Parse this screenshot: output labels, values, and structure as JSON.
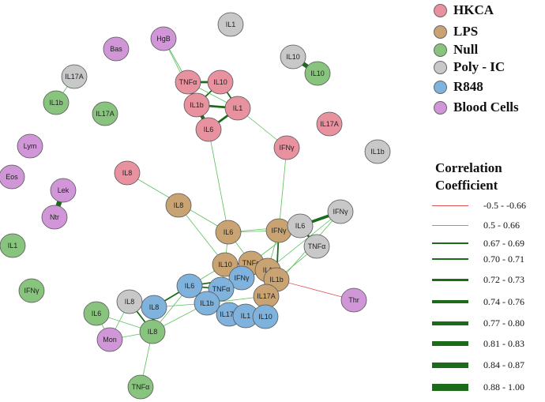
{
  "colors": {
    "HKCA": "#e8929f",
    "LPS": "#c9a472",
    "Null": "#88c47e",
    "Poly-IC": "#c8c8c8",
    "R848": "#7fb2dc",
    "Blood": "#d196d8",
    "negative_edge": "#e05252",
    "positive_edge": "#1b6b1b"
  },
  "legend": {
    "categories": [
      {
        "label": "HKCA",
        "color": "#e8929f"
      },
      {
        "label": "LPS",
        "color": "#c9a472"
      },
      {
        "label": "Null",
        "color": "#88c47e"
      },
      {
        "label": "Poly - IC",
        "color": "#c8c8c8"
      },
      {
        "label": "R848",
        "color": "#7fb2dc"
      },
      {
        "label": "Blood Cells",
        "color": "#d196d8"
      }
    ],
    "correlation_title_line1": "Correlation",
    "correlation_title_line2": "Coefficient",
    "correlation_ranges": [
      {
        "label": "-0.5 - -0.66",
        "width": 1,
        "negative": true
      },
      {
        "label": "0.5 - 0.66",
        "width": 1
      },
      {
        "label": "0.67 - 0.69",
        "width": 1.5
      },
      {
        "label": "0.70 - 0.71",
        "width": 2
      },
      {
        "label": "0.72 - 0.73",
        "width": 3
      },
      {
        "label": "0.74 - 0.76",
        "width": 4
      },
      {
        "label": "0.77 - 0.80",
        "width": 5
      },
      {
        "label": "0.81 - 0.83",
        "width": 6
      },
      {
        "label": "0.84 - 0.87",
        "width": 7
      },
      {
        "label": "0.88 - 1.00",
        "width": 9
      }
    ]
  },
  "nodes": [
    {
      "id": "hk_il1_top",
      "label": "IL1",
      "group": "Poly-IC"
    },
    {
      "id": "hgb",
      "label": "HgB",
      "group": "Blood"
    },
    {
      "id": "bas",
      "label": "Bas",
      "group": "Blood"
    },
    {
      "id": "pi_il10a",
      "label": "IL10",
      "group": "Poly-IC"
    },
    {
      "id": "nu_il10",
      "label": "IL10",
      "group": "Null"
    },
    {
      "id": "pi_il17a",
      "label": "IL17A",
      "group": "Poly-IC"
    },
    {
      "id": "nu_il1b",
      "label": "IL1b",
      "group": "Null"
    },
    {
      "id": "nu_il17a",
      "label": "IL17A",
      "group": "Null"
    },
    {
      "id": "hk_tnf",
      "label": "TNFα",
      "group": "HKCA"
    },
    {
      "id": "hk_il10",
      "label": "IL10",
      "group": "HKCA"
    },
    {
      "id": "hk_il1b",
      "label": "IL1b",
      "group": "HKCA"
    },
    {
      "id": "hk_il1",
      "label": "IL1",
      "group": "HKCA"
    },
    {
      "id": "hk_il6",
      "label": "IL6",
      "group": "HKCA"
    },
    {
      "id": "hk_il17a",
      "label": "IL17A",
      "group": "HKCA"
    },
    {
      "id": "hk_ifng",
      "label": "IFNγ",
      "group": "HKCA"
    },
    {
      "id": "pi_il1b",
      "label": "IL1b",
      "group": "Poly-IC"
    },
    {
      "id": "lym",
      "label": "Lym",
      "group": "Blood"
    },
    {
      "id": "eos",
      "label": "Eos",
      "group": "Blood"
    },
    {
      "id": "lek",
      "label": "Lek",
      "group": "Blood"
    },
    {
      "id": "ntr",
      "label": "Ntr",
      "group": "Blood"
    },
    {
      "id": "hk_il8",
      "label": "IL8",
      "group": "HKCA"
    },
    {
      "id": "lps_il8",
      "label": "IL8",
      "group": "LPS"
    },
    {
      "id": "nu_il1",
      "label": "IL1",
      "group": "Null"
    },
    {
      "id": "nu_ifng",
      "label": "IFNγ",
      "group": "Null"
    },
    {
      "id": "lps_il6",
      "label": "IL6",
      "group": "LPS"
    },
    {
      "id": "lps_ifng",
      "label": "IFNγ",
      "group": "LPS"
    },
    {
      "id": "pi_il6",
      "label": "IL6",
      "group": "Poly-IC"
    },
    {
      "id": "pi_ifng",
      "label": "IFNγ",
      "group": "Poly-IC"
    },
    {
      "id": "pi_tnf",
      "label": "TNFα",
      "group": "Poly-IC"
    },
    {
      "id": "lps_il10",
      "label": "IL10",
      "group": "LPS"
    },
    {
      "id": "lps_tnf",
      "label": "TNFα",
      "group": "LPS"
    },
    {
      "id": "lps_il1",
      "label": "IL1",
      "group": "LPS"
    },
    {
      "id": "lps_il1b",
      "label": "IL1b",
      "group": "LPS"
    },
    {
      "id": "lps_il17a",
      "label": "IL17A",
      "group": "LPS"
    },
    {
      "id": "r_il6",
      "label": "IL6",
      "group": "R848"
    },
    {
      "id": "r_ifng",
      "label": "IFNγ",
      "group": "R848"
    },
    {
      "id": "r_tnf",
      "label": "TNFα",
      "group": "R848"
    },
    {
      "id": "r_il1b",
      "label": "IL1b",
      "group": "R848"
    },
    {
      "id": "r_il17a",
      "label": "IL17A",
      "group": "R848"
    },
    {
      "id": "r_il1",
      "label": "IL1",
      "group": "R848"
    },
    {
      "id": "r_il10",
      "label": "IL10",
      "group": "R848"
    },
    {
      "id": "r_il8",
      "label": "IL8",
      "group": "R848"
    },
    {
      "id": "pi_il8",
      "label": "IL8",
      "group": "Poly-IC"
    },
    {
      "id": "nu_il6",
      "label": "IL6",
      "group": "Null"
    },
    {
      "id": "nu_il8",
      "label": "IL8",
      "group": "Null"
    },
    {
      "id": "mon",
      "label": "Mon",
      "group": "Blood"
    },
    {
      "id": "nu_tnf",
      "label": "TNFα",
      "group": "Null"
    },
    {
      "id": "thr",
      "label": "Thr",
      "group": "Blood"
    }
  ],
  "edges": [
    {
      "a": "pi_il10a",
      "b": "nu_il10",
      "w": 6
    },
    {
      "a": "pi_il17a",
      "b": "nu_il1b",
      "w": 1
    },
    {
      "a": "hgb",
      "b": "hk_tnf",
      "w": 1
    },
    {
      "a": "hgb",
      "b": "hk_il1b",
      "w": 1
    },
    {
      "a": "hk_tnf",
      "b": "hk_il10",
      "w": 3
    },
    {
      "a": "hk_tnf",
      "b": "hk_il1b",
      "w": 3
    },
    {
      "a": "hk_il10",
      "b": "hk_il1b",
      "w": 2
    },
    {
      "a": "hk_il10",
      "b": "hk_il1",
      "w": 2
    },
    {
      "a": "hk_il1b",
      "b": "hk_il1",
      "w": 3
    },
    {
      "a": "hk_il1b",
      "b": "hk_il6",
      "w": 5
    },
    {
      "a": "hk_il1",
      "b": "hk_il6",
      "w": 3
    },
    {
      "a": "hk_il1",
      "b": "hk_ifng",
      "w": 1
    },
    {
      "a": "hk_tnf",
      "b": "hk_il1",
      "w": 1
    },
    {
      "a": "hk_il6",
      "b": "lps_il6",
      "w": 1
    },
    {
      "a": "hk_ifng",
      "b": "lps_ifng",
      "w": 1
    },
    {
      "a": "lek",
      "b": "ntr",
      "w": 7
    },
    {
      "a": "hk_il8",
      "b": "lps_il6",
      "w": 1
    },
    {
      "a": "lps_il8",
      "b": "lps_il10",
      "w": 1
    },
    {
      "a": "lps_il6",
      "b": "lps_ifng",
      "w": 1
    },
    {
      "a": "lps_il6",
      "b": "lps_tnf",
      "w": 1
    },
    {
      "a": "lps_il6",
      "b": "pi_il6",
      "w": 1
    },
    {
      "a": "lps_il6",
      "b": "lps_il10",
      "w": 1
    },
    {
      "a": "lps_ifng",
      "b": "pi_il6",
      "w": 2
    },
    {
      "a": "lps_ifng",
      "b": "lps_il1b",
      "w": 2
    },
    {
      "a": "lps_ifng",
      "b": "lps_il1",
      "w": 1
    },
    {
      "a": "pi_il6",
      "b": "pi_ifng",
      "w": 4
    },
    {
      "a": "pi_il6",
      "b": "pi_tnf",
      "w": 3
    },
    {
      "a": "pi_il6",
      "b": "lps_tnf",
      "w": 1
    },
    {
      "a": "pi_tnf",
      "b": "lps_il1b",
      "w": 1
    },
    {
      "a": "pi_ifng",
      "b": "lps_il1",
      "w": 1
    },
    {
      "a": "lps_il10",
      "b": "lps_tnf",
      "w": 2
    },
    {
      "a": "lps_tnf",
      "b": "lps_il1",
      "w": 2
    },
    {
      "a": "lps_tnf",
      "b": "lps_il1b",
      "w": 2
    },
    {
      "a": "lps_il1",
      "b": "lps_il1b",
      "w": 2
    },
    {
      "a": "lps_il1b",
      "b": "lps_il17a",
      "w": 2
    },
    {
      "a": "lps_il1",
      "b": "lps_il17a",
      "w": 2
    },
    {
      "a": "lps_il1b",
      "b": "thr",
      "w": 1,
      "neg": true
    },
    {
      "a": "r_il6",
      "b": "r_ifng",
      "w": 2
    },
    {
      "a": "r_il6",
      "b": "r_tnf",
      "w": 2
    },
    {
      "a": "r_il6",
      "b": "r_il8",
      "w": 2
    },
    {
      "a": "r_ifng",
      "b": "r_tnf",
      "w": 2
    },
    {
      "a": "r_tnf",
      "b": "r_il1b",
      "w": 2
    },
    {
      "a": "r_il1b",
      "b": "r_il17a",
      "w": 2
    },
    {
      "a": "r_il17a",
      "b": "r_il1",
      "w": 2
    },
    {
      "a": "r_il1",
      "b": "r_il10",
      "w": 2
    },
    {
      "a": "r_ifng",
      "b": "lps_il1",
      "w": 1
    },
    {
      "a": "r_tnf",
      "b": "lps_il10",
      "w": 1
    },
    {
      "a": "r_il1b",
      "b": "lps_il17a",
      "w": 1
    },
    {
      "a": "r_il6",
      "b": "lps_il10",
      "w": 1
    },
    {
      "a": "r_il8",
      "b": "pi_il8",
      "w": 1
    },
    {
      "a": "r_il8",
      "b": "nu_il8",
      "w": 4
    },
    {
      "a": "pi_il8",
      "b": "nu_il8",
      "w": 2
    },
    {
      "a": "pi_il8",
      "b": "mon",
      "w": 1
    },
    {
      "a": "nu_il6",
      "b": "nu_il8",
      "w": 1
    },
    {
      "a": "nu_il6",
      "b": "mon",
      "w": 1
    },
    {
      "a": "nu_il8",
      "b": "mon",
      "w": 1
    },
    {
      "a": "nu_il8",
      "b": "nu_tnf",
      "w": 1
    },
    {
      "a": "r_il8",
      "b": "r_il1b",
      "w": 1
    },
    {
      "a": "nu_il8",
      "b": "r_il6",
      "w": 1
    },
    {
      "a": "nu_il8",
      "b": "r_il1b",
      "w": 1
    },
    {
      "a": "r_il10",
      "b": "lps_il1",
      "w": 1
    },
    {
      "a": "lps_il17a",
      "b": "pi_ifng",
      "w": 1
    }
  ]
}
